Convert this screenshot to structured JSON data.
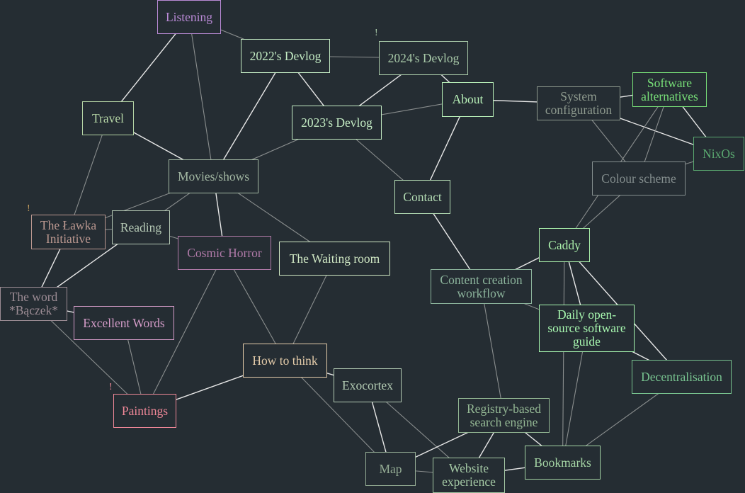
{
  "graph": {
    "nodes": [
      {
        "id": "listening",
        "label": "Listening",
        "color": "#b98ad6"
      },
      {
        "id": "devlog2022",
        "label": "2022's Devlog",
        "color": "#c4ecc4"
      },
      {
        "id": "devlog2024",
        "label": "2024's Devlog",
        "color": "#a8c9a8",
        "mark": "!",
        "mark_color": "#a8c9a8"
      },
      {
        "id": "devlog2023",
        "label": "2023's Devlog",
        "color": "#c4ecc4"
      },
      {
        "id": "about",
        "label": "About",
        "color": "#b8f0b8"
      },
      {
        "id": "sysconfig",
        "label": "System\nconfiguration",
        "color": "#8e9a8e"
      },
      {
        "id": "software_alt",
        "label": "Software\nalternatives",
        "color": "#78e078"
      },
      {
        "id": "nixos",
        "label": "NixOs",
        "color": "#5aa870"
      },
      {
        "id": "travel",
        "label": "Travel",
        "color": "#b4d4a4"
      },
      {
        "id": "movies",
        "label": "Movies/shows",
        "color": "#a3b8a3"
      },
      {
        "id": "colour_scheme",
        "label": "Colour scheme",
        "color": "#848e8e"
      },
      {
        "id": "contact",
        "label": "Contact",
        "color": "#b4dcb4"
      },
      {
        "id": "lawka",
        "label": "The Ławka\nInitiative",
        "color": "#bb9890",
        "mark": "!",
        "mark_color": "#c8a060"
      },
      {
        "id": "reading",
        "label": "Reading",
        "color": "#b4c8b4"
      },
      {
        "id": "cosmic",
        "label": "Cosmic Horror",
        "color": "#b07aa8"
      },
      {
        "id": "waiting",
        "label": "The Waiting room",
        "color": "#d0e8c4"
      },
      {
        "id": "caddy",
        "label": "Caddy",
        "color": "#aaf0aa"
      },
      {
        "id": "ccw",
        "label": "Content creation\nworkflow",
        "color": "#8cb49c"
      },
      {
        "id": "baczek",
        "label": "The word\n*Bączek*",
        "color": "#9c8c94"
      },
      {
        "id": "excellent",
        "label": "Excellent Words",
        "color": "#d49cc8"
      },
      {
        "id": "daily",
        "label": "Daily open-\nsource software\nguide",
        "color": "#a8f8b0"
      },
      {
        "id": "decentral",
        "label": "Decentralisation",
        "color": "#78c490"
      },
      {
        "id": "howtothink",
        "label": "How to think",
        "color": "#e4ccaa"
      },
      {
        "id": "exocortex",
        "label": "Exocortex",
        "color": "#b4ccb4"
      },
      {
        "id": "paintings",
        "label": "Paintings",
        "color": "#f08898",
        "mark": "!",
        "mark_color": "#f08898"
      },
      {
        "id": "registry",
        "label": "Registry-based\nsearch engine",
        "color": "#94b894"
      },
      {
        "id": "bookmarks",
        "label": "Bookmarks",
        "color": "#a4d4a4"
      },
      {
        "id": "map",
        "label": "Map",
        "color": "#94ac94"
      },
      {
        "id": "website",
        "label": "Website\nexperience",
        "color": "#a4c8a4"
      }
    ]
  }
}
